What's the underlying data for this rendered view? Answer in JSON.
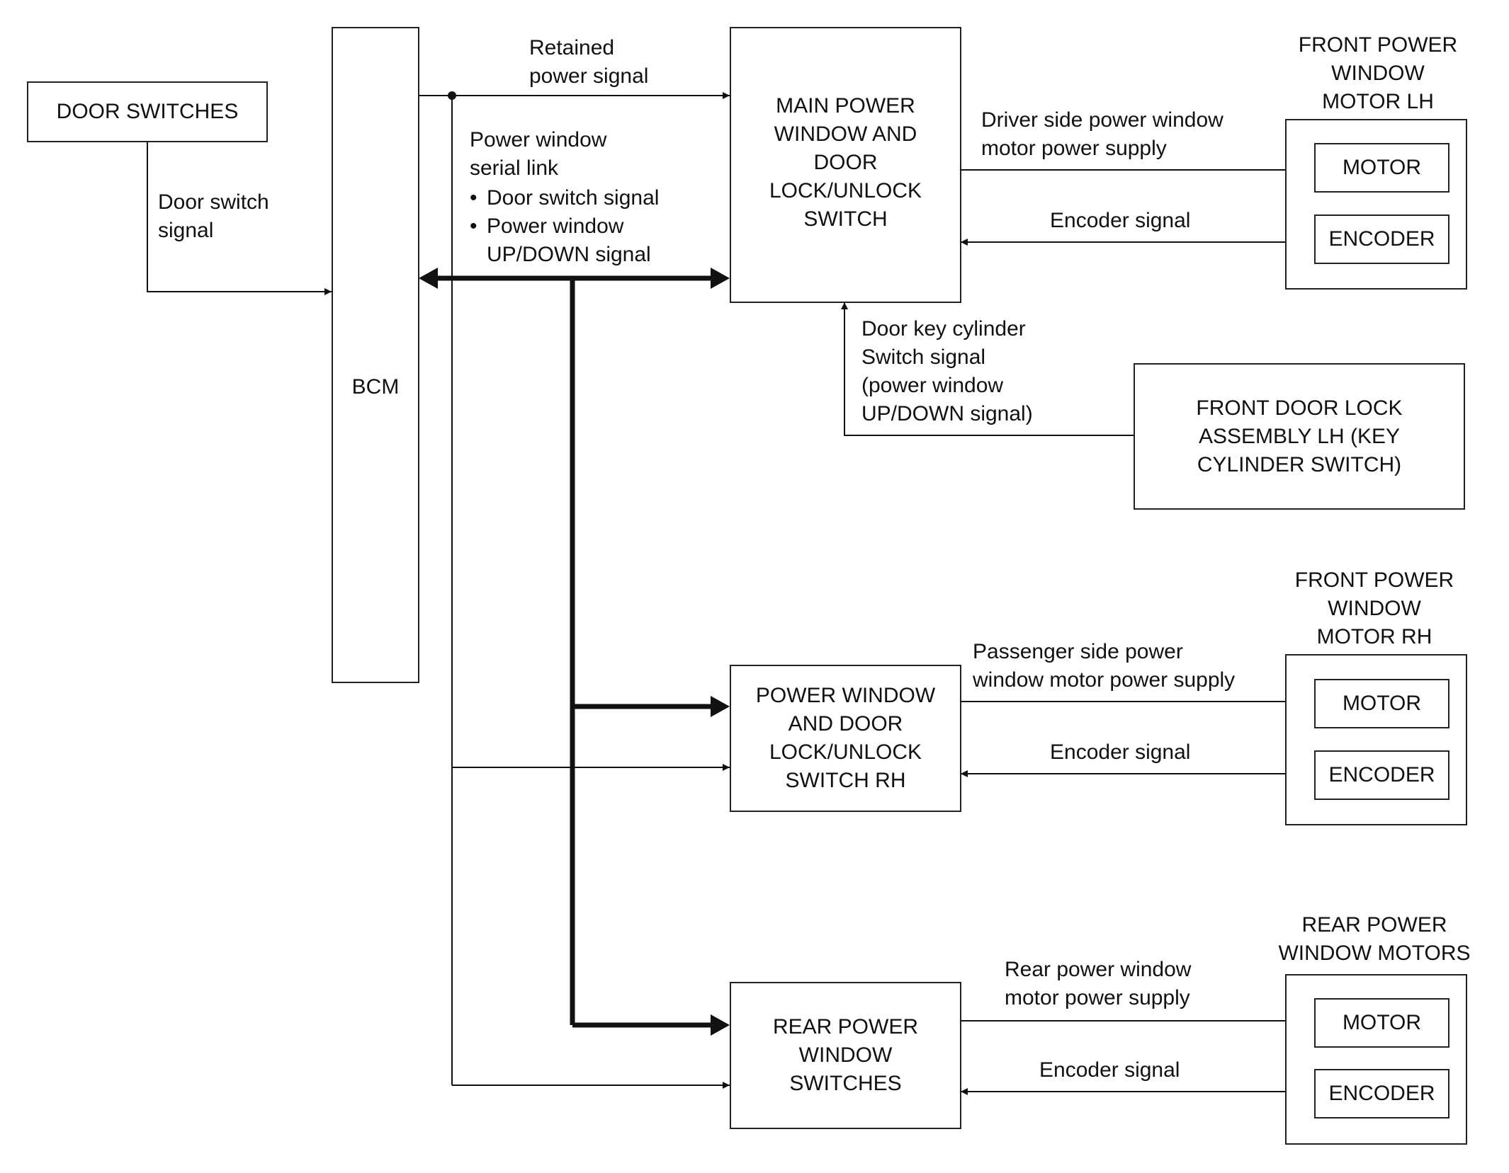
{
  "boxes": {
    "door_switches": "DOOR SWITCHES",
    "bcm": "BCM",
    "main_switch": "MAIN POWER\nWINDOW AND\nDOOR\nLOCK/UNLOCK\nSWITCH",
    "front_door_lock": "FRONT DOOR LOCK\nASSEMBLY LH (KEY\nCYLINDER SWITCH)",
    "switch_rh": "POWER WINDOW\nAND DOOR\nLOCK/UNLOCK\nSWITCH RH",
    "rear_switches": "REAR POWER\nWINDOW\nSWITCHES"
  },
  "motor_groups": [
    {
      "title": "FRONT POWER\nWINDOW\nMOTOR LH",
      "motor": "MOTOR",
      "encoder": "ENCODER"
    },
    {
      "title": "FRONT POWER\nWINDOW\nMOTOR RH",
      "motor": "MOTOR",
      "encoder": "ENCODER"
    },
    {
      "title": "REAR POWER\nWINDOW MOTORS",
      "motor": "MOTOR",
      "encoder": "ENCODER"
    }
  ],
  "signals": {
    "door_switch_signal": "Door switch\nsignal",
    "retained_power": "Retained\npower signal",
    "serial_link": "Power window\nserial link",
    "serial_bullets": [
      "Door switch signal",
      "Power window"
    ],
    "serial_bullet_cont": "UP/DOWN signal",
    "driver_supply": "Driver side power window\nmotor power supply",
    "encoder_lh": "Encoder signal",
    "key_cylinder": "Door key cylinder\nSwitch signal\n(power window\nUP/DOWN signal)",
    "passenger_supply": "Passenger side power\nwindow motor power supply",
    "encoder_rh": "Encoder signal",
    "rear_supply": "Rear power window\nmotor power supply",
    "encoder_rear": "Encoder signal"
  }
}
